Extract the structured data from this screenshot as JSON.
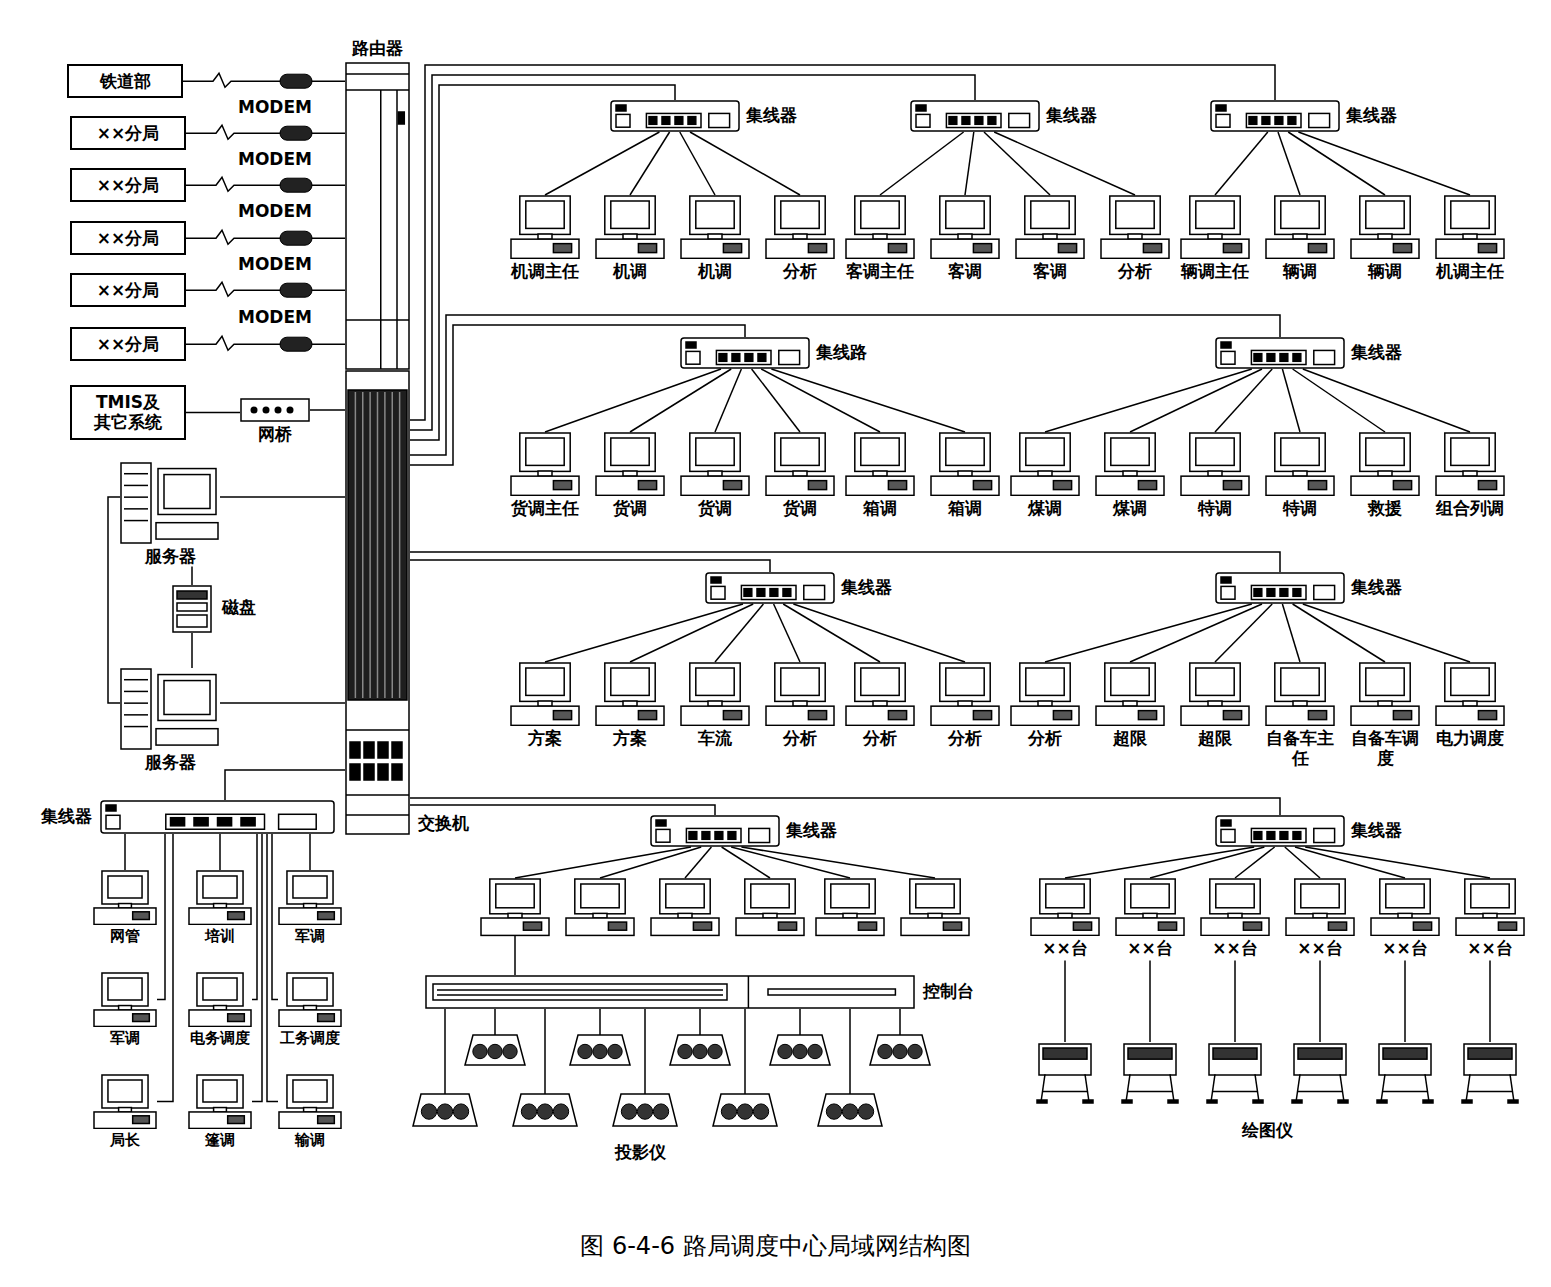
{
  "diagram": {
    "caption": "图 6-4-6 路局调度中心局域网结构图",
    "nodes": [
      {
        "text": [
          "铁道部"
        ]
      },
      {
        "text": [
          "××分局"
        ]
      },
      {
        "text": [
          "××分局"
        ]
      },
      {
        "text": [
          "××分局"
        ]
      },
      {
        "text": [
          "××分局"
        ]
      },
      {
        "text": [
          "××分局"
        ]
      },
      {
        "text": [
          "TMIS及其它系统"
        ]
      },
      {
        "text": [
          "网桥"
        ]
      },
      {
        "text": [
          "路由器"
        ]
      },
      {
        "text": [
          "交换机"
        ]
      },
      {
        "text": [
          "服务器"
        ]
      },
      {
        "text": [
          "磁盘"
        ]
      },
      {
        "text": [
          "服务器"
        ]
      },
      {
        "text": [
          "集线器"
        ]
      },
      {
        "text": [
          "网管"
        ]
      },
      {
        "text": [
          "培训"
        ]
      },
      {
        "text": [
          "军调"
        ]
      },
      {
        "text": [
          "军调"
        ]
      },
      {
        "text": [
          "电务调度"
        ]
      },
      {
        "text": [
          "工务调度"
        ]
      },
      {
        "text": [
          "局长"
        ]
      },
      {
        "text": [
          "篷调"
        ]
      },
      {
        "text": [
          "输调"
        ]
      },
      {
        "text": [
          "集线器"
        ]
      },
      {
        "text": [
          "集线器"
        ]
      },
      {
        "text": [
          "集线器"
        ]
      },
      {
        "text": [
          "机调主任"
        ]
      },
      {
        "text": [
          "机调"
        ]
      },
      {
        "text": [
          "机调"
        ]
      },
      {
        "text": [
          "分析"
        ]
      },
      {
        "text": [
          "客调主任"
        ]
      },
      {
        "text": [
          "客调"
        ]
      },
      {
        "text": [
          "客调"
        ]
      },
      {
        "text": [
          "分析"
        ]
      },
      {
        "text": [
          "辆调主任"
        ]
      },
      {
        "text": [
          "辆调"
        ]
      },
      {
        "text": [
          "辆调"
        ]
      },
      {
        "text": [
          "机调主任"
        ]
      },
      {
        "text": [
          "集线路"
        ]
      },
      {
        "text": [
          "集线器"
        ]
      },
      {
        "text": [
          "货调主任"
        ]
      },
      {
        "text": [
          "货调"
        ]
      },
      {
        "text": [
          "货调"
        ]
      },
      {
        "text": [
          "货调"
        ]
      },
      {
        "text": [
          "箱调"
        ]
      },
      {
        "text": [
          "箱调"
        ]
      },
      {
        "text": [
          "煤调"
        ]
      },
      {
        "text": [
          "煤调"
        ]
      },
      {
        "text": [
          "特调"
        ]
      },
      {
        "text": [
          "特调"
        ]
      },
      {
        "text": [
          "救援"
        ]
      },
      {
        "text": [
          "组合列调"
        ]
      },
      {
        "text": [
          "集线器"
        ]
      },
      {
        "text": [
          "集线器"
        ]
      },
      {
        "text": [
          "方案"
        ]
      },
      {
        "text": [
          "方案"
        ]
      },
      {
        "text": [
          "车流"
        ]
      },
      {
        "text": [
          "分析"
        ]
      },
      {
        "text": [
          "分析"
        ]
      },
      {
        "text": [
          "分析"
        ]
      },
      {
        "text": [
          "分析"
        ]
      },
      {
        "text": [
          "超限"
        ]
      },
      {
        "text": [
          "超限"
        ]
      },
      {
        "text": [
          "自备车主任"
        ]
      },
      {
        "text": [
          "自备车调度"
        ]
      },
      {
        "text": [
          "电力调度"
        ]
      },
      {
        "text": [
          "集线器"
        ]
      },
      {
        "text": [
          "集线器"
        ]
      },
      {
        "text": [
          "××台"
        ]
      },
      {
        "text": [
          "××台"
        ]
      },
      {
        "text": [
          "××台"
        ]
      },
      {
        "text": [
          "××台"
        ]
      },
      {
        "text": [
          "××台"
        ]
      },
      {
        "text": [
          "××台"
        ]
      },
      {
        "text": [
          "控制台"
        ]
      }
    ],
    "edges": [
      {
        "from": 0,
        "to": 8,
        "arrow": "none"
      },
      {
        "from": 1,
        "to": 8,
        "arrow": "none"
      },
      {
        "from": 2,
        "to": 8,
        "arrow": "none"
      },
      {
        "from": 3,
        "to": 8,
        "arrow": "none"
      },
      {
        "from": 4,
        "to": 8,
        "arrow": "none"
      },
      {
        "from": 5,
        "to": 8,
        "arrow": "none"
      },
      {
        "from": 6,
        "to": 7,
        "arrow": "none"
      },
      {
        "from": 7,
        "to": 9,
        "arrow": "none"
      },
      {
        "from": 10,
        "to": 9,
        "arrow": "none"
      },
      {
        "from": 12,
        "to": 9,
        "arrow": "none"
      },
      {
        "from": 10,
        "to": 11,
        "arrow": "none"
      },
      {
        "from": 11,
        "to": 12,
        "arrow": "none"
      },
      {
        "from": 10,
        "to": 12,
        "arrow": "none"
      },
      {
        "from": 9,
        "to": 13,
        "arrow": "none"
      },
      {
        "from": 13,
        "to": 14,
        "arrow": "none"
      },
      {
        "from": 13,
        "to": 15,
        "arrow": "none"
      },
      {
        "from": 13,
        "to": 16,
        "arrow": "none"
      },
      {
        "from": 13,
        "to": 17,
        "arrow": "none"
      },
      {
        "from": 13,
        "to": 18,
        "arrow": "none"
      },
      {
        "from": 13,
        "to": 19,
        "arrow": "none"
      },
      {
        "from": 13,
        "to": 20,
        "arrow": "none"
      },
      {
        "from": 13,
        "to": 21,
        "arrow": "none"
      },
      {
        "from": 13,
        "to": 22,
        "arrow": "none"
      },
      {
        "from": 9,
        "to": 23,
        "arrow": "none"
      },
      {
        "from": 9,
        "to": 24,
        "arrow": "none"
      },
      {
        "from": 9,
        "to": 25,
        "arrow": "none"
      },
      {
        "from": 23,
        "to": 26,
        "arrow": "none"
      },
      {
        "from": 23,
        "to": 27,
        "arrow": "none"
      },
      {
        "from": 23,
        "to": 28,
        "arrow": "none"
      },
      {
        "from": 23,
        "to": 29,
        "arrow": "none"
      },
      {
        "from": 24,
        "to": 30,
        "arrow": "none"
      },
      {
        "from": 24,
        "to": 31,
        "arrow": "none"
      },
      {
        "from": 24,
        "to": 32,
        "arrow": "none"
      },
      {
        "from": 24,
        "to": 33,
        "arrow": "none"
      },
      {
        "from": 25,
        "to": 34,
        "arrow": "none"
      },
      {
        "from": 25,
        "to": 35,
        "arrow": "none"
      },
      {
        "from": 25,
        "to": 36,
        "arrow": "none"
      },
      {
        "from": 25,
        "to": 37,
        "arrow": "none"
      },
      {
        "from": 9,
        "to": 38,
        "arrow": "none"
      },
      {
        "from": 9,
        "to": 39,
        "arrow": "none"
      },
      {
        "from": 38,
        "to": 40,
        "arrow": "none"
      },
      {
        "from": 38,
        "to": 41,
        "arrow": "none"
      },
      {
        "from": 38,
        "to": 42,
        "arrow": "none"
      },
      {
        "from": 38,
        "to": 43,
        "arrow": "none"
      },
      {
        "from": 38,
        "to": 44,
        "arrow": "none"
      },
      {
        "from": 38,
        "to": 45,
        "arrow": "none"
      },
      {
        "from": 39,
        "to": 46,
        "arrow": "none"
      },
      {
        "from": 39,
        "to": 47,
        "arrow": "none"
      },
      {
        "from": 39,
        "to": 48,
        "arrow": "none"
      },
      {
        "from": 39,
        "to": 49,
        "arrow": "none"
      },
      {
        "from": 39,
        "to": 50,
        "arrow": "none"
      },
      {
        "from": 39,
        "to": 51,
        "arrow": "none"
      },
      {
        "from": 9,
        "to": 52,
        "arrow": "none"
      },
      {
        "from": 9,
        "to": 53,
        "arrow": "none"
      },
      {
        "from": 52,
        "to": 54,
        "arrow": "none"
      },
      {
        "from": 52,
        "to": 55,
        "arrow": "none"
      },
      {
        "from": 52,
        "to": 56,
        "arrow": "none"
      },
      {
        "from": 52,
        "to": 57,
        "arrow": "none"
      },
      {
        "from": 52,
        "to": 58,
        "arrow": "none"
      },
      {
        "from": 52,
        "to": 59,
        "arrow": "none"
      },
      {
        "from": 53,
        "to": 60,
        "arrow": "none"
      },
      {
        "from": 53,
        "to": 61,
        "arrow": "none"
      },
      {
        "from": 53,
        "to": 62,
        "arrow": "none"
      },
      {
        "from": 53,
        "to": 63,
        "arrow": "none"
      },
      {
        "from": 53,
        "to": 64,
        "arrow": "none"
      },
      {
        "from": 53,
        "to": 65,
        "arrow": "none"
      },
      {
        "from": 9,
        "to": 66,
        "arrow": "none"
      },
      {
        "from": 9,
        "to": 67,
        "arrow": "none"
      },
      {
        "from": 67,
        "to": 68,
        "arrow": "none"
      },
      {
        "from": 67,
        "to": 69,
        "arrow": "none"
      },
      {
        "from": 67,
        "to": 70,
        "arrow": "none"
      },
      {
        "from": 67,
        "to": 71,
        "arrow": "none"
      },
      {
        "from": 67,
        "to": 72,
        "arrow": "none"
      },
      {
        "from": 67,
        "to": 73,
        "arrow": "none"
      }
    ],
    "labels": [
      "MODEM",
      "MODEM",
      "MODEM",
      "MODEM",
      "MODEM",
      "投影仪",
      "绘图仪"
    ]
  }
}
